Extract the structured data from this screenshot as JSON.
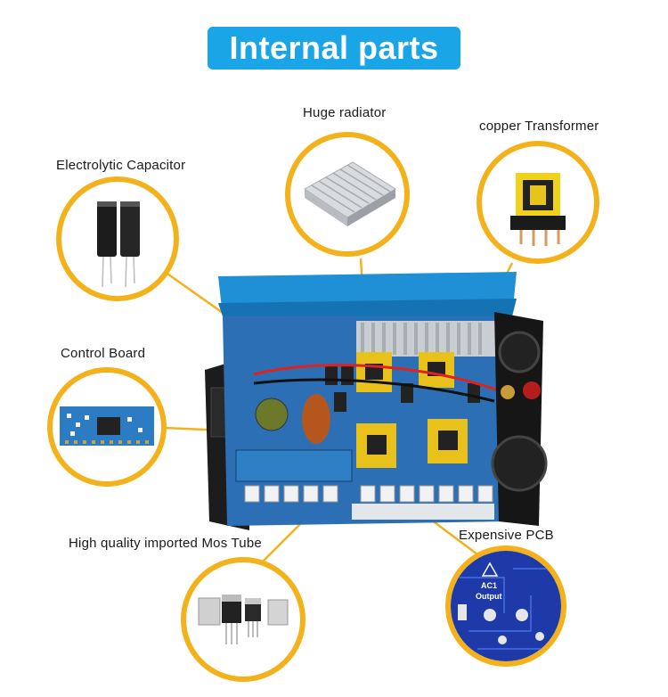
{
  "title": "Internal parts",
  "labels": {
    "radiator": "Huge radiator",
    "transformer": "copper  Transformer",
    "capacitor": "Electrolytic Capacitor",
    "control_board": "Control Board",
    "mos_tube": "High quality imported Mos Tube",
    "pcb": "Expensive PCB"
  },
  "colors": {
    "title_bg": "#1aa6e6",
    "ring": "#f3b21b",
    "leader": "#f3b21b",
    "device_blue": "#1f8fd6"
  },
  "pcb_text": {
    "line1": "AC1",
    "line2": "Output"
  }
}
